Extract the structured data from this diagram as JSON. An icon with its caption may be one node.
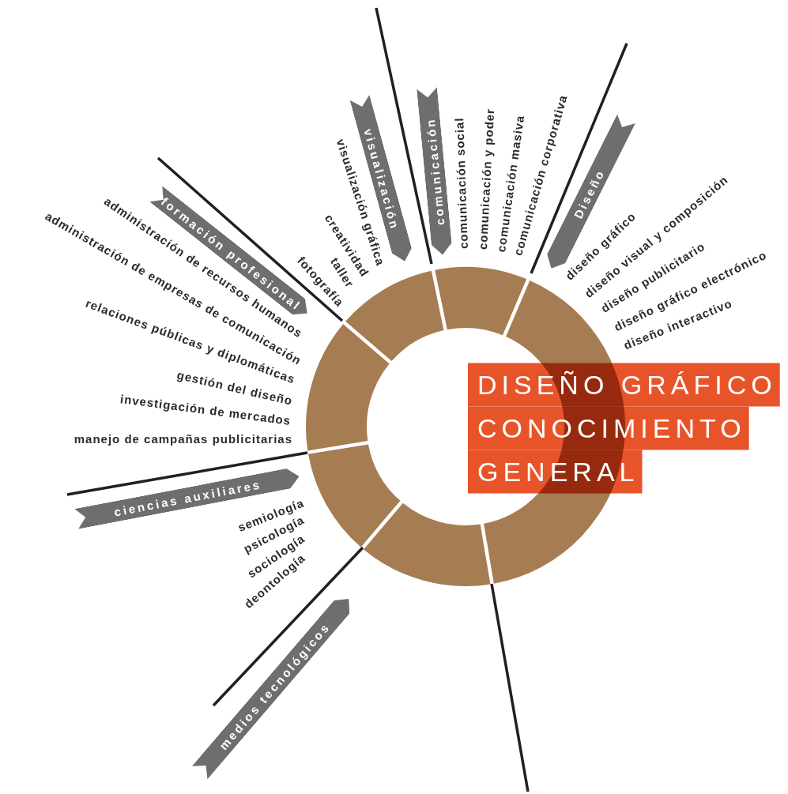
{
  "diagram": {
    "title": "DISEÑO GRÁFICO CONOCIMIENTO GENERAL",
    "nodes": [
      {
        "text": [
          "formación profesional"
        ]
      },
      {
        "text": [
          "visualización"
        ]
      },
      {
        "text": [
          "comunicación"
        ]
      },
      {
        "text": [
          "Diseño"
        ]
      },
      {
        "text": [
          "ciencias auxiliares"
        ]
      },
      {
        "text": [
          "medios tecnológicos"
        ]
      },
      {
        "text": [],
        "shape": "arc"
      },
      {
        "text": [],
        "shape": "arc"
      },
      {
        "text": [],
        "shape": "arc"
      },
      {
        "text": [],
        "shape": "arc"
      },
      {
        "text": [],
        "shape": "arc"
      },
      {
        "text": [],
        "shape": "arc"
      }
    ],
    "labels": [
      "administración de recursos humanos",
      "administración de empresas de comunicación",
      "relaciones públicas y diplomáticas",
      "gestión del diseño",
      "investigación de mercados",
      "manejo de campañas publicitarias",
      "visualización gráfica",
      "creatividad",
      "taller",
      "fotografía",
      "comunicación social",
      "comunicación y poder",
      "comunicación masiva",
      "comunicación corporativa",
      "diseño gráfico",
      "diseño visual y composición",
      "diseño publicitario",
      "diseño gráfico electrónico",
      "diseño interactivo",
      "semiología",
      "psicología",
      "sociología",
      "deontología"
    ]
  }
}
